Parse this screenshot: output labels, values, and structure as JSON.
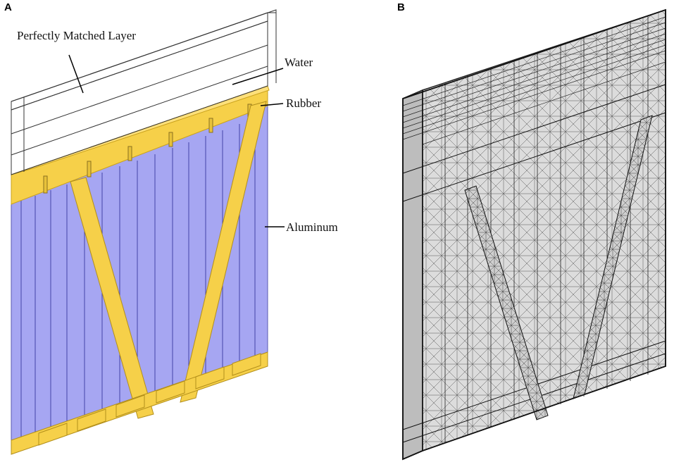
{
  "panels": {
    "a": {
      "letter": "A",
      "labels": {
        "pml": "Perfectly Matched Layer",
        "water": "Water",
        "rubber": "Rubber",
        "aluminum": "Aluminum"
      }
    },
    "b": {
      "letter": "B"
    }
  },
  "colors": {
    "aluminum": "#a6a6f2",
    "rubber": "#f6d049",
    "mesh_fill": "#dcdcdc",
    "mesh_line": "#3a3a3a"
  }
}
